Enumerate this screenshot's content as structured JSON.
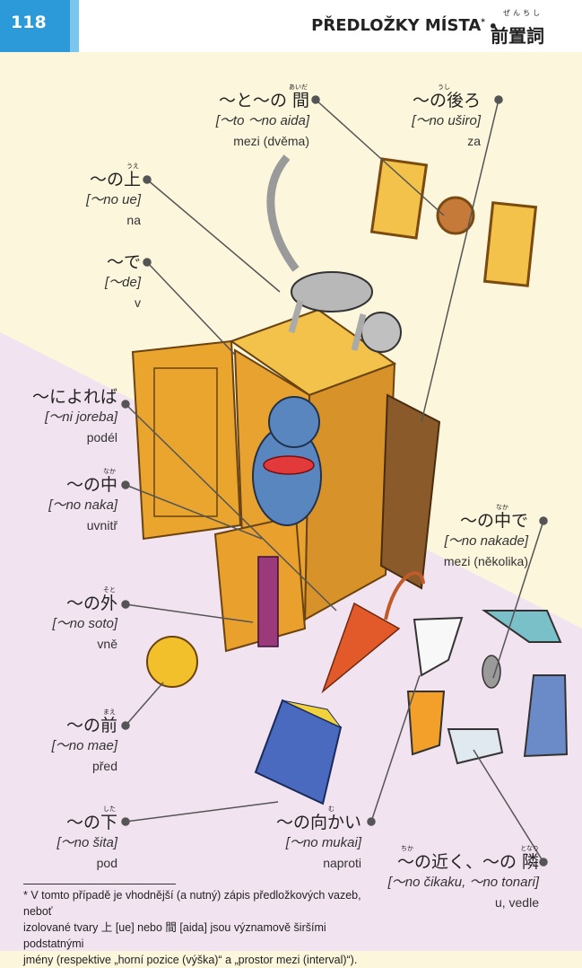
{
  "header": {
    "page_number": "118",
    "title": "PŘEDLOŽKY MÍSTA",
    "title_mark": "*",
    "title_separator": "•",
    "title_japanese": "前置詞",
    "title_furigana": "ぜんちし"
  },
  "entries": [
    {
      "id": "aida",
      "japanese": "～と～の 間",
      "furigana": "あいだ",
      "romaji": "[～to ～no aida]",
      "czech": "mezi (dvěma)"
    },
    {
      "id": "ushiro",
      "japanese": "～の後ろ",
      "furigana": "うし",
      "romaji": "[～no uširo]",
      "czech": "za"
    },
    {
      "id": "ue",
      "japanese": "～の上",
      "furigana": "うえ",
      "romaji": "[～no ue]",
      "czech": "na"
    },
    {
      "id": "de",
      "japanese": "～で",
      "furigana": "",
      "romaji": "[～de]",
      "czech": "v"
    },
    {
      "id": "niyoreba",
      "japanese": "～によれば",
      "furigana": "",
      "romaji": "[～ni joreba]",
      "czech": "podél"
    },
    {
      "id": "naka",
      "japanese": "～の中",
      "furigana": "なか",
      "romaji": "[～no naka]",
      "czech": "uvnitř"
    },
    {
      "id": "nakade",
      "japanese": "～の中で",
      "furigana": "なか",
      "romaji": "[～no nakade]",
      "czech": "mezi (několika)"
    },
    {
      "id": "soto",
      "japanese": "～の外",
      "furigana": "そと",
      "romaji": "[～no soto]",
      "czech": "vně"
    },
    {
      "id": "mae",
      "japanese": "～の前",
      "furigana": "まえ",
      "romaji": "[～no mae]",
      "czech": "před"
    },
    {
      "id": "shita",
      "japanese": "～の下",
      "furigana": "した",
      "romaji": "[～no šita]",
      "czech": "pod"
    },
    {
      "id": "mukai",
      "japanese": "～の向かい",
      "furigana": "む",
      "romaji": "[～no mukai]",
      "czech": "naproti"
    },
    {
      "id": "chikaku",
      "japanese": "～の近く、～の 隣",
      "furigana": "ちか",
      "furigana2": "となり",
      "romaji": "[～no čikaku, ～no tonari]",
      "czech": "u, vedle"
    }
  ],
  "footnote": {
    "line1": "* V tomto případě je vhodnější (a nutný) zápis předložkových vazeb, neboť",
    "line2": "izolované tvary 上 [ue] nebo 間 [aida] jsou významově širšími podstatnými",
    "line3": "jmény (respektive „horní pozice (výška)“ a „prostor mezi (interval)“)."
  },
  "colors": {
    "accent": "#2c9ad8",
    "background_top": "#fbf6dc",
    "background_bottom": "#f3e4f0",
    "wardrobe": "#e8a52a"
  }
}
